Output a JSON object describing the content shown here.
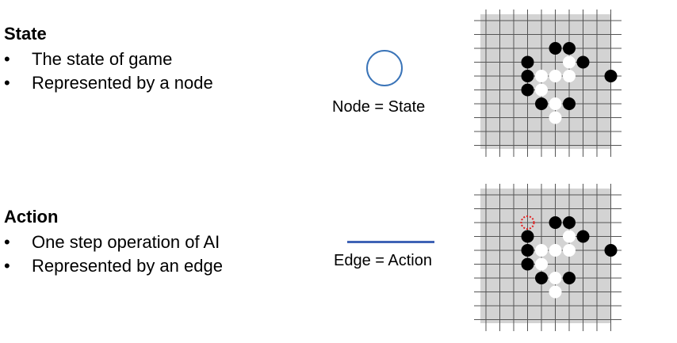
{
  "state": {
    "heading": "State",
    "bullets": [
      "The state of game",
      "Represented by a node"
    ]
  },
  "action": {
    "heading": "Action",
    "bullets": [
      "One step operation of AI",
      "Represented by an edge"
    ]
  },
  "node_caption": "Node = State",
  "edge_caption": "Edge = Action",
  "bullet_glyph": "•",
  "colors": {
    "node": "#3a74b8",
    "edge": "#3f63b5",
    "board": "#d3d3d3",
    "grid": "#555555",
    "marker": "#e02020"
  },
  "boards": {
    "state": {
      "black": [
        [
          5,
          2
        ],
        [
          6,
          2
        ],
        [
          3,
          3
        ],
        [
          7,
          3
        ],
        [
          3,
          4
        ],
        [
          9,
          4
        ],
        [
          3,
          5
        ],
        [
          4,
          6
        ],
        [
          6,
          6
        ]
      ],
      "white": [
        [
          6,
          3
        ],
        [
          4,
          4
        ],
        [
          5,
          4
        ],
        [
          6,
          4
        ],
        [
          4,
          5
        ],
        [
          5,
          6
        ],
        [
          5,
          7
        ]
      ]
    },
    "action": {
      "black": [
        [
          5,
          2
        ],
        [
          6,
          2
        ],
        [
          3,
          3
        ],
        [
          7,
          3
        ],
        [
          3,
          4
        ],
        [
          9,
          4
        ],
        [
          3,
          5
        ],
        [
          4,
          6
        ],
        [
          6,
          6
        ]
      ],
      "white": [
        [
          6,
          3
        ],
        [
          4,
          4
        ],
        [
          5,
          4
        ],
        [
          6,
          4
        ],
        [
          4,
          5
        ],
        [
          5,
          6
        ],
        [
          5,
          7
        ]
      ],
      "marker": [
        3,
        2
      ]
    }
  }
}
